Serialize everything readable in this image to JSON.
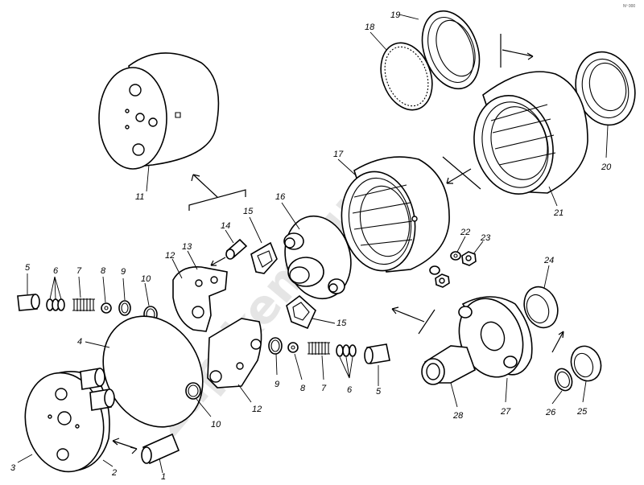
{
  "watermark": "zap-kem.ru",
  "corner_mark": "Nº 000",
  "parts": [
    {
      "id": "1",
      "label": "1"
    },
    {
      "id": "2",
      "label": "2"
    },
    {
      "id": "3",
      "label": "3"
    },
    {
      "id": "4",
      "label": "4"
    },
    {
      "id": "5a",
      "label": "5"
    },
    {
      "id": "5b",
      "label": "5"
    },
    {
      "id": "6a",
      "label": "6"
    },
    {
      "id": "6b",
      "label": "6"
    },
    {
      "id": "7a",
      "label": "7"
    },
    {
      "id": "7b",
      "label": "7"
    },
    {
      "id": "8a",
      "label": "8"
    },
    {
      "id": "8b",
      "label": "8"
    },
    {
      "id": "9a",
      "label": "9"
    },
    {
      "id": "9b",
      "label": "9"
    },
    {
      "id": "10a",
      "label": "10"
    },
    {
      "id": "10b",
      "label": "10"
    },
    {
      "id": "11",
      "label": "11"
    },
    {
      "id": "12a",
      "label": "12"
    },
    {
      "id": "12b",
      "label": "12"
    },
    {
      "id": "13",
      "label": "13"
    },
    {
      "id": "14",
      "label": "14"
    },
    {
      "id": "15a",
      "label": "15"
    },
    {
      "id": "15b",
      "label": "15"
    },
    {
      "id": "16",
      "label": "16"
    },
    {
      "id": "17",
      "label": "17"
    },
    {
      "id": "18",
      "label": "18"
    },
    {
      "id": "19",
      "label": "19"
    },
    {
      "id": "20",
      "label": "20"
    },
    {
      "id": "21",
      "label": "21"
    },
    {
      "id": "22",
      "label": "22"
    },
    {
      "id": "23",
      "label": "23"
    },
    {
      "id": "24",
      "label": "24"
    },
    {
      "id": "25",
      "label": "25"
    },
    {
      "id": "26",
      "label": "26"
    },
    {
      "id": "27",
      "label": "27"
    },
    {
      "id": "28",
      "label": "28"
    }
  ]
}
